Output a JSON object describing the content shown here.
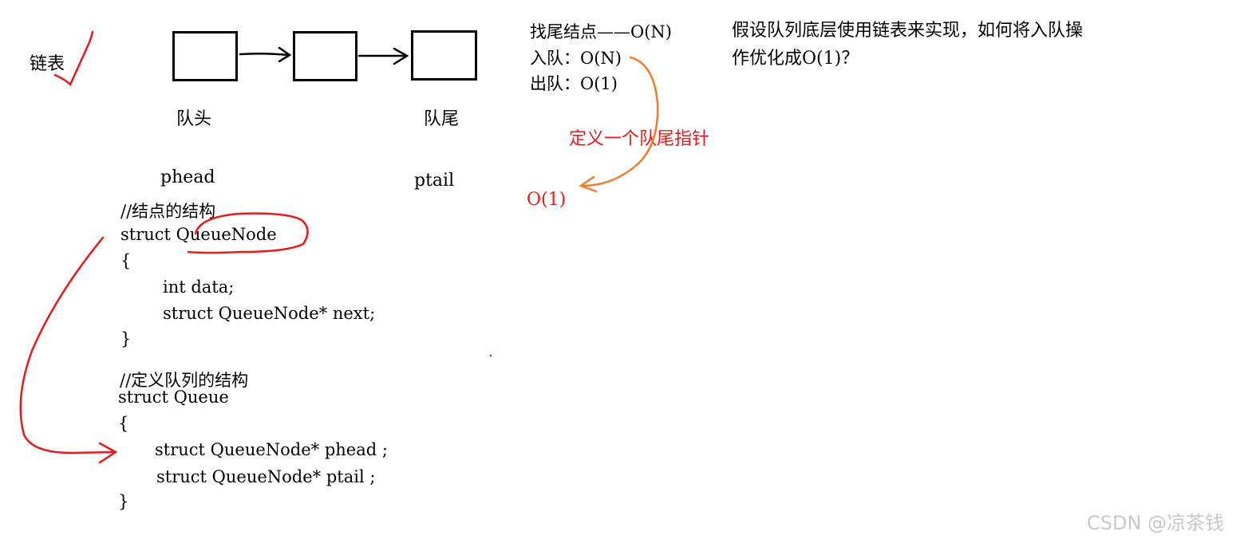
{
  "left_label": "链表",
  "nodes": [
    {
      "id": "head-node"
    },
    {
      "id": "middle-node"
    },
    {
      "id": "tail-node"
    }
  ],
  "head_label": "队头",
  "tail_label": "队尾",
  "head_ptr": "phead",
  "tail_ptr": "ptail",
  "code_node": {
    "comment": "//结点的结构",
    "line1": "struct QueueNode",
    "open": "{",
    "field1": "int data;",
    "field2": "struct QueueNode* next;",
    "close": "}"
  },
  "code_queue": {
    "comment": "//定义队列的结构",
    "line1": "struct Queue",
    "open": "{",
    "field1": "struct QueueNode* phead ;",
    "field2": "struct QueueNode* ptail ;",
    "close": "}"
  },
  "complexity": {
    "find_tail": "找尾结点——O(N)",
    "enqueue": "入队：O(N)",
    "dequeue": "出队：O(1)"
  },
  "question": {
    "line1": "假设队列底层使用链表来实现，如何将入队操",
    "line2": "作优化成O(1)？"
  },
  "annotation": {
    "define_tail": "定义一个队尾指针",
    "optimized": "O(1)"
  },
  "watermark": "CSDN @凉茶钱",
  "colors": {
    "red": "#e8191a",
    "orange": "#f07c2e",
    "watermark": "#c8c8c8"
  }
}
